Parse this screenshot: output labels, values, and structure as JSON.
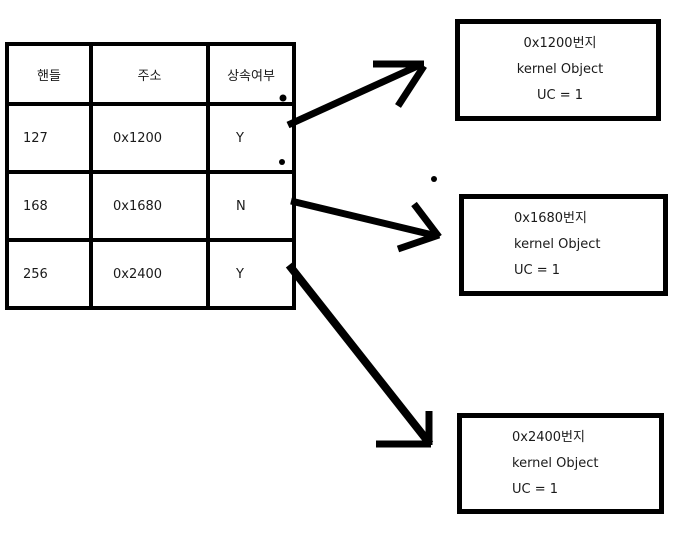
{
  "diagram": {
    "title_visible": false,
    "background_color": "#ffffff",
    "line_color": "#000000",
    "text_color": "#1a1a1a"
  },
  "handle_table": {
    "name": "handle-table",
    "headers": [
      "핸들",
      "주소",
      "상속여부"
    ],
    "rows": [
      {
        "handle": "127",
        "address": "0x1200",
        "inherit": "Y"
      },
      {
        "handle": "168",
        "address": "0x1680",
        "inherit": "N"
      },
      {
        "handle": "256",
        "address": "0x2400",
        "inherit": "Y"
      }
    ]
  },
  "kernel_objects": [
    {
      "address_label": "0x1200번지",
      "type_label": "kernel Object",
      "usage_count_label": "UC = 1"
    },
    {
      "address_label": "0x1680번지",
      "type_label": "kernel Object",
      "usage_count_label": "UC = 1"
    },
    {
      "address_label": "0x2400번지",
      "type_label": "kernel Object",
      "usage_count_label": "UC = 1"
    }
  ],
  "arrows": [
    {
      "name": "arrow-to-kernel-object-1",
      "from": "handle-row-127",
      "to": "kernel-object-0x1200"
    },
    {
      "name": "arrow-to-kernel-object-2",
      "from": "handle-row-168",
      "to": "kernel-object-0x1680"
    },
    {
      "name": "arrow-to-kernel-object-3",
      "from": "handle-row-256",
      "to": "kernel-object-0x2400"
    }
  ]
}
